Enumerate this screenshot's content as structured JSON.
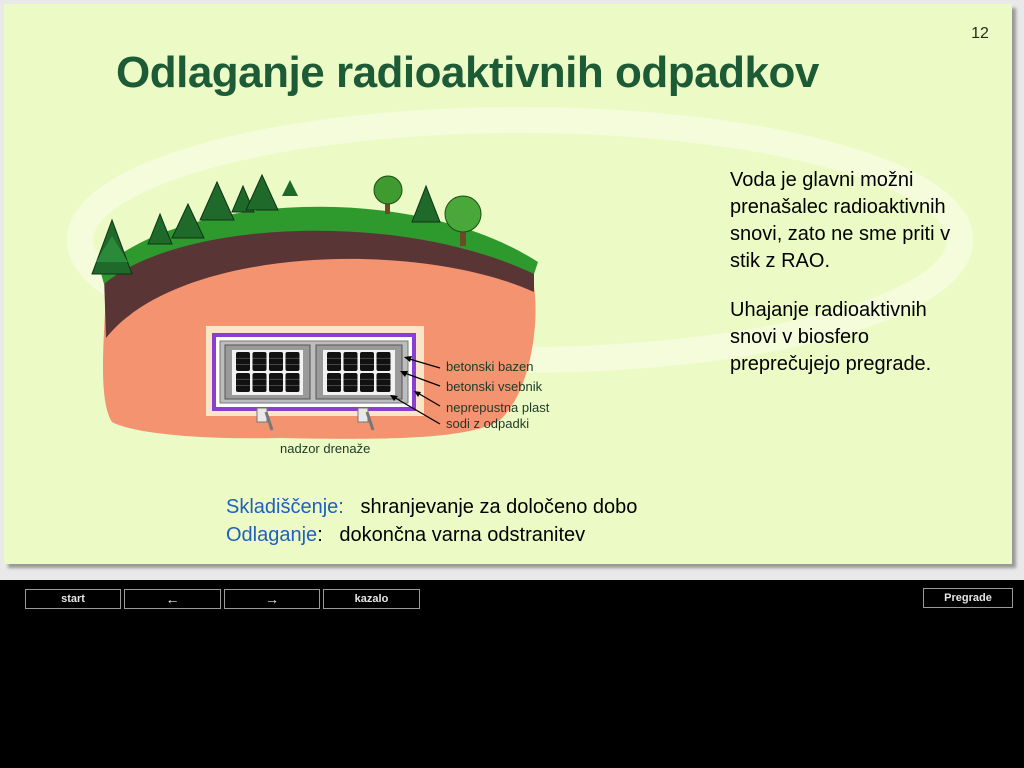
{
  "slide": {
    "number": "12",
    "title": "Odlaganje radioaktivnih odpadkov",
    "side_paragraph_1": "Voda je glavni možni prenašalec radioaktivnih snovi, zato ne sme priti v stik z RAO.",
    "side_paragraph_2": "Uhajanje radioaktivnih snovi v biosfero preprečujejo pregrade.",
    "definitions": [
      {
        "term": "Skladiščenje:",
        "text": "shranjevanje za določeno dobo"
      },
      {
        "term": "Odlaganje",
        "sep": ":",
        "text": "dokončna varna odstranitev"
      }
    ]
  },
  "diagram": {
    "labels": {
      "concrete_pool": "betonski bazen",
      "concrete_container": "betonski vsebnik",
      "impermeable_layer": "neprepustna plast",
      "waste_drums": "sodi z odpadki",
      "drainage_control": "nadzor drenaže"
    }
  },
  "nav": {
    "start": "start",
    "back": "←",
    "forward": "→",
    "index": "kazalo",
    "next_topic": "Pregrade"
  },
  "colors": {
    "title": "#1d5a36",
    "term": "#1f5fbf",
    "background": "#ecfbc6",
    "grass": "#2e9a2e",
    "soil": "#5a3535",
    "clay": "#f49370",
    "membrane": "#8a3fd0"
  }
}
